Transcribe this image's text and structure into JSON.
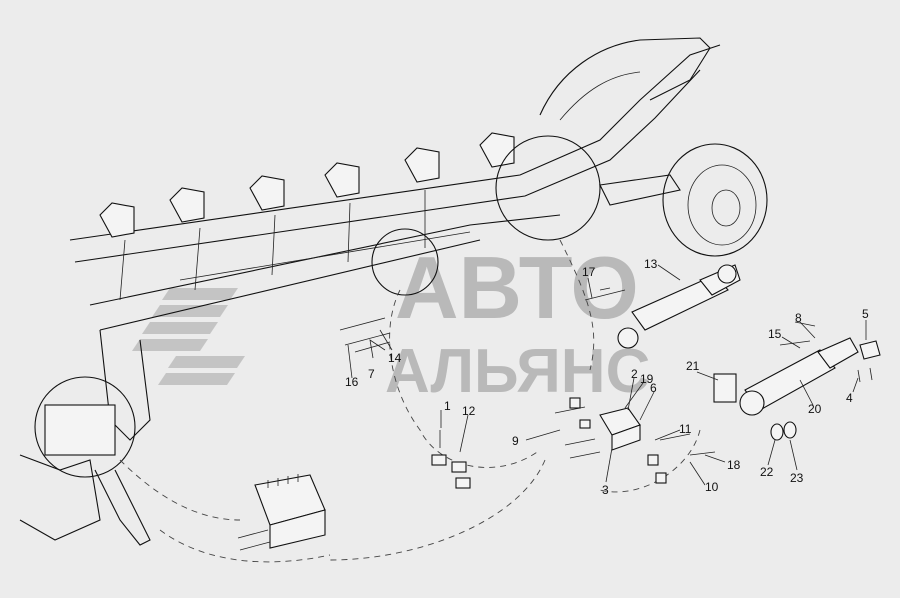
{
  "watermark": {
    "line1": "АВТО",
    "line2": "АЛЬЯНС"
  },
  "callouts": [
    "1",
    "2",
    "3",
    "4",
    "5",
    "6",
    "7",
    "8",
    "9",
    "10",
    "11",
    "12",
    "13",
    "14",
    "15",
    "16",
    "17",
    "18",
    "19",
    "20",
    "21",
    "22",
    "23"
  ],
  "colors": {
    "background": "#ececec",
    "line": "#111111",
    "watermark": "#b9b9b9"
  }
}
